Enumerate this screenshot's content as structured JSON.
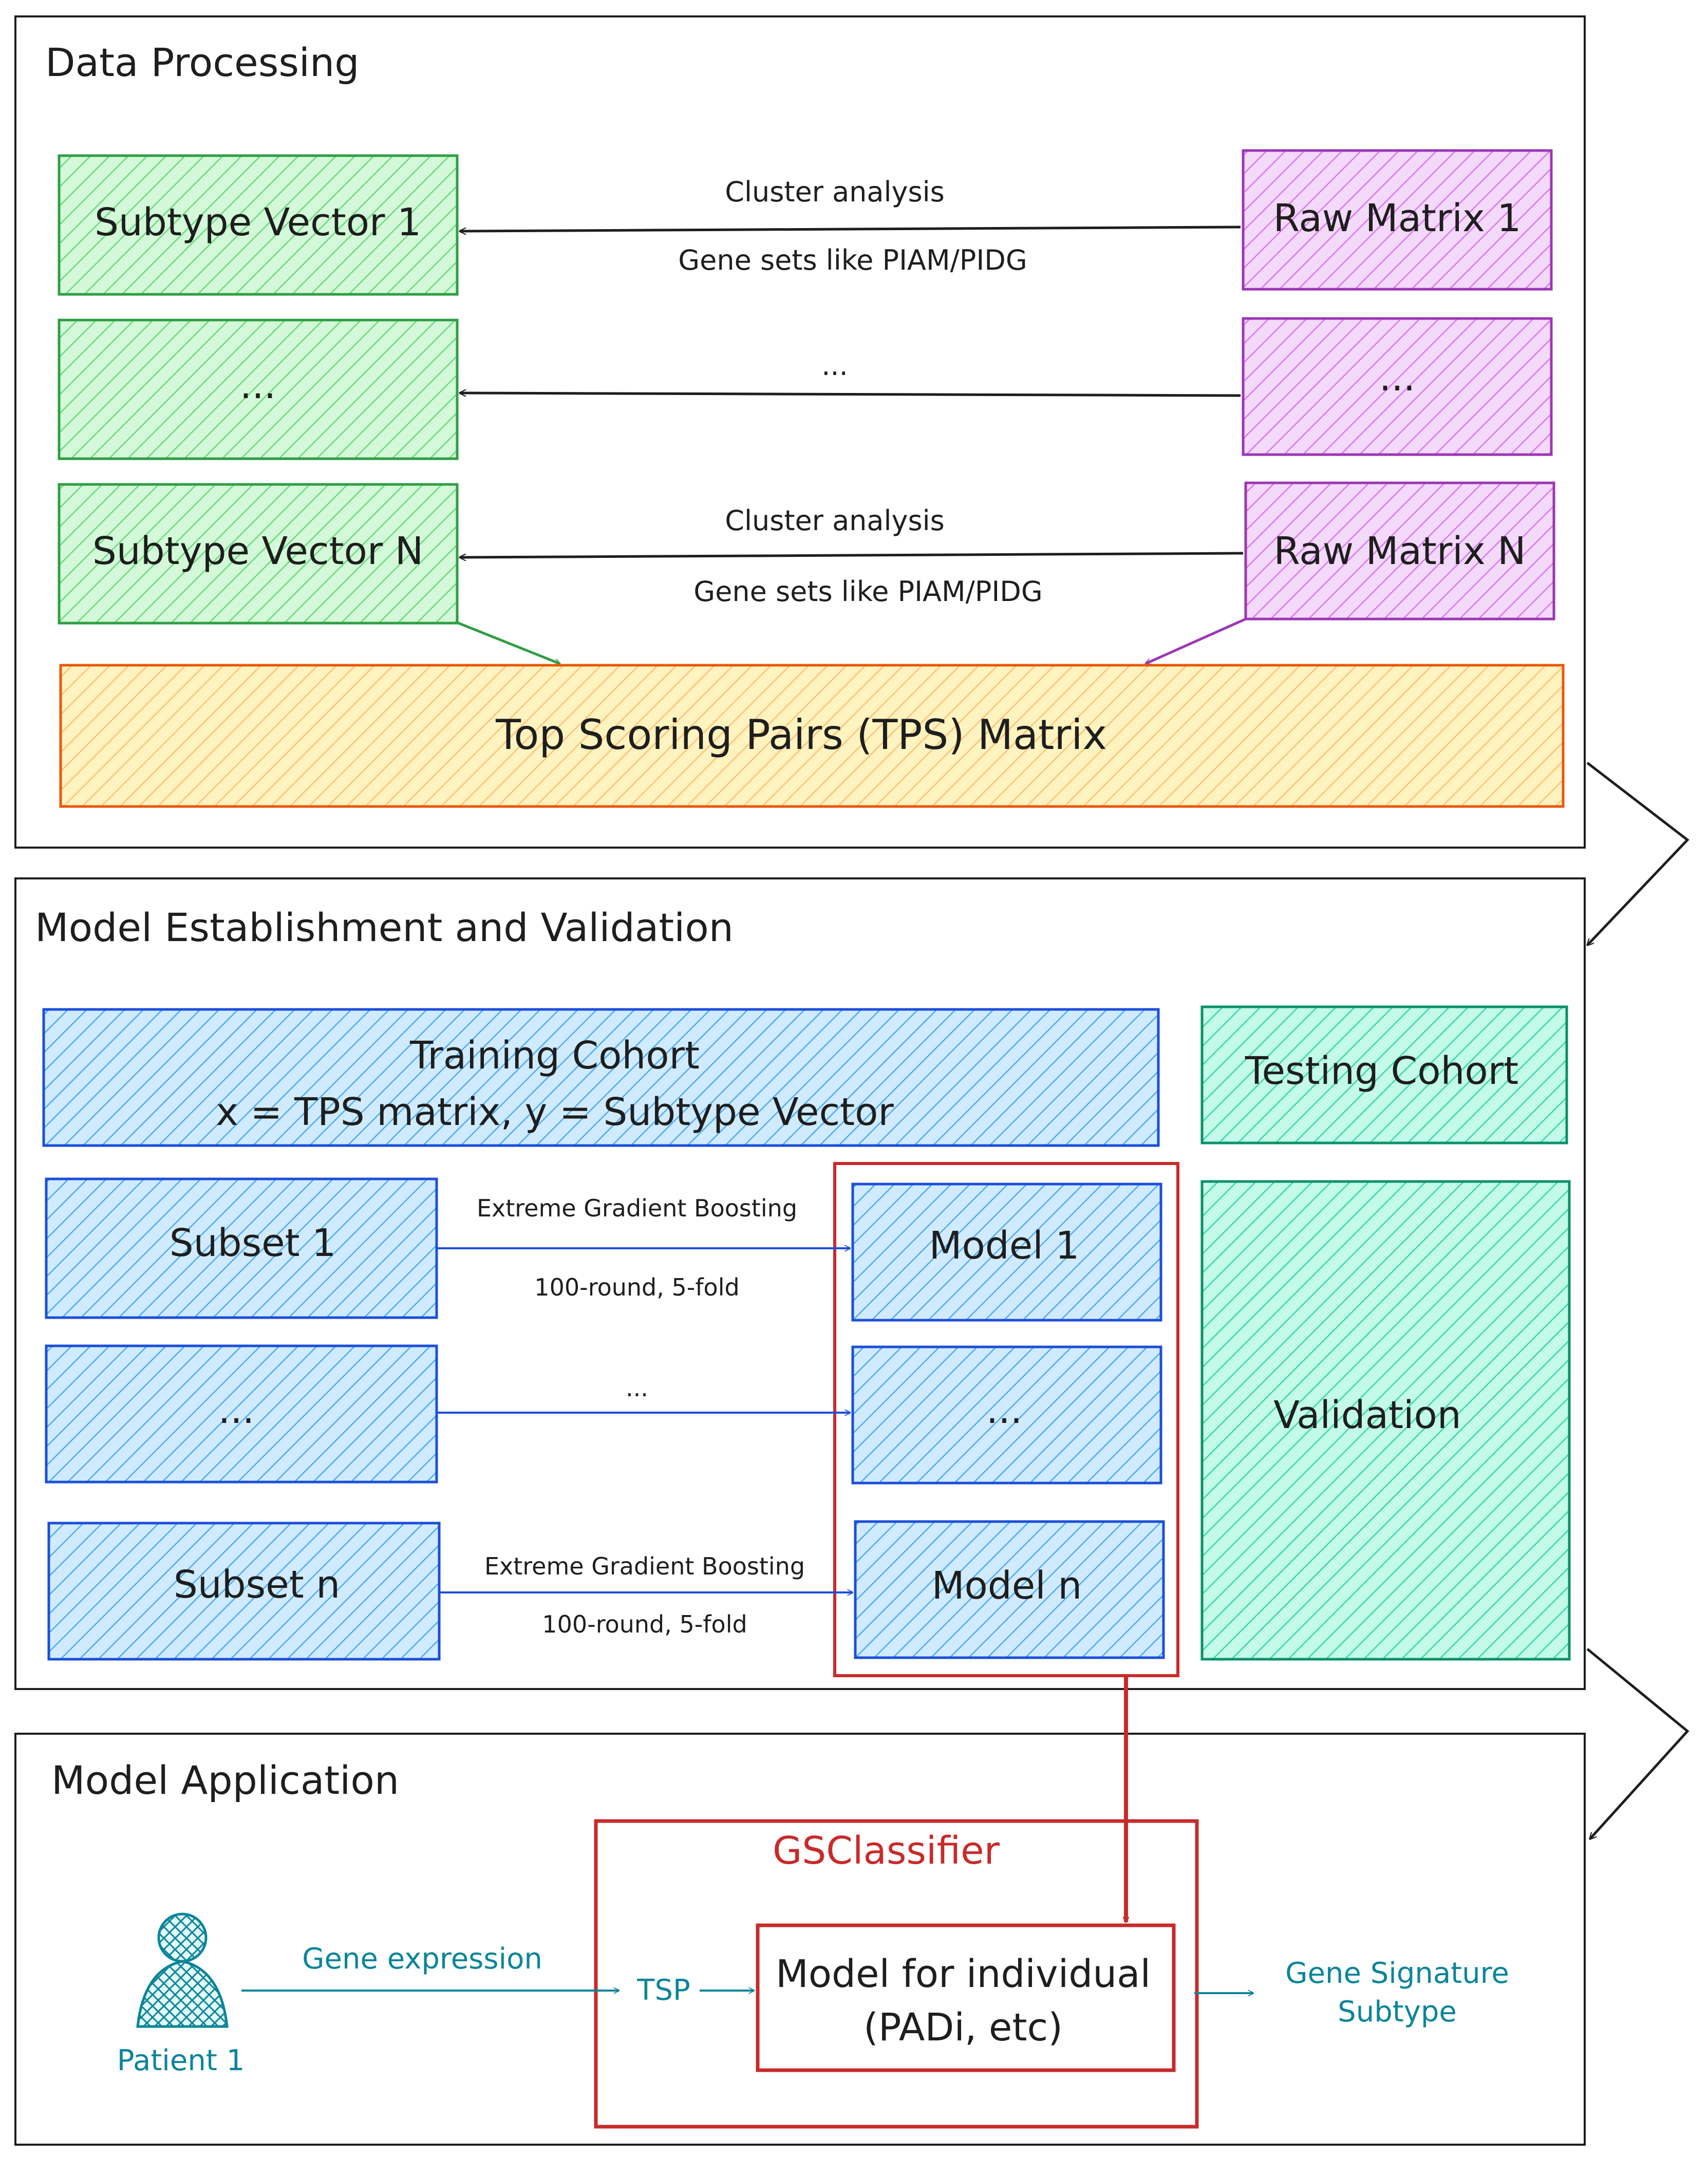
{
  "sections": {
    "data_processing": {
      "title": "Data Processing"
    },
    "model_establishment": {
      "title": "Model Establishment and Validation"
    },
    "model_application": {
      "title": "Model Application"
    }
  },
  "data_processing": {
    "subtype_1": "Subtype Vector 1",
    "subtype_mid": "...",
    "subtype_n": "Subtype Vector N",
    "raw_1": "Raw Matrix 1",
    "raw_mid": "...",
    "raw_n": "Raw Matrix N",
    "arrow1_top": "Cluster analysis",
    "arrow1_bottom": "Gene sets like PIAM/PIDG",
    "arrow_mid": "...",
    "arrow2_top": "Cluster analysis",
    "arrow2_bottom": "Gene sets like PIAM/PIDG",
    "tps_matrix": "Top Scoring Pairs (TPS) Matrix"
  },
  "model_establishment": {
    "training_line1": "Training Cohort",
    "training_line2": "x = TPS matrix, y = Subtype Vector",
    "testing": "Testing Cohort",
    "validation": "Validation",
    "subset_1": "Subset 1",
    "subset_mid": "...",
    "subset_n": "Subset n",
    "model_1": "Model 1",
    "model_mid": "...",
    "model_n": "Model n",
    "arrow1_top": "Extreme Gradient Boosting",
    "arrow1_bottom": "100-round, 5-fold",
    "arrow_mid": "...",
    "arrow2_top": "Extreme Gradient Boosting",
    "arrow2_bottom": "100-round, 5-fold"
  },
  "model_application": {
    "classifier_title": "GSClassifier",
    "patient": "Patient 1",
    "gene_expression": "Gene expression",
    "tsp": "TSP",
    "model_line1": "Model for individual",
    "model_line2": "(PADi, etc)",
    "output_line1": "Gene Signature",
    "output_line2": "Subtype"
  },
  "colors": {
    "green_stroke": "#2f9e44",
    "green_fill": "#b2f2bb",
    "purple_stroke": "#9c36b5",
    "purple_fill": "#eebefa",
    "orange_stroke": "#e8590c",
    "orange_fill": "#ffec99",
    "blue_stroke": "#1c4fd8",
    "blue_fill": "#a5d8ff",
    "teal_stroke": "#099268",
    "teal_fill": "#96f2d7",
    "red": "#c92a2a",
    "cyan_text": "#0c8599"
  }
}
